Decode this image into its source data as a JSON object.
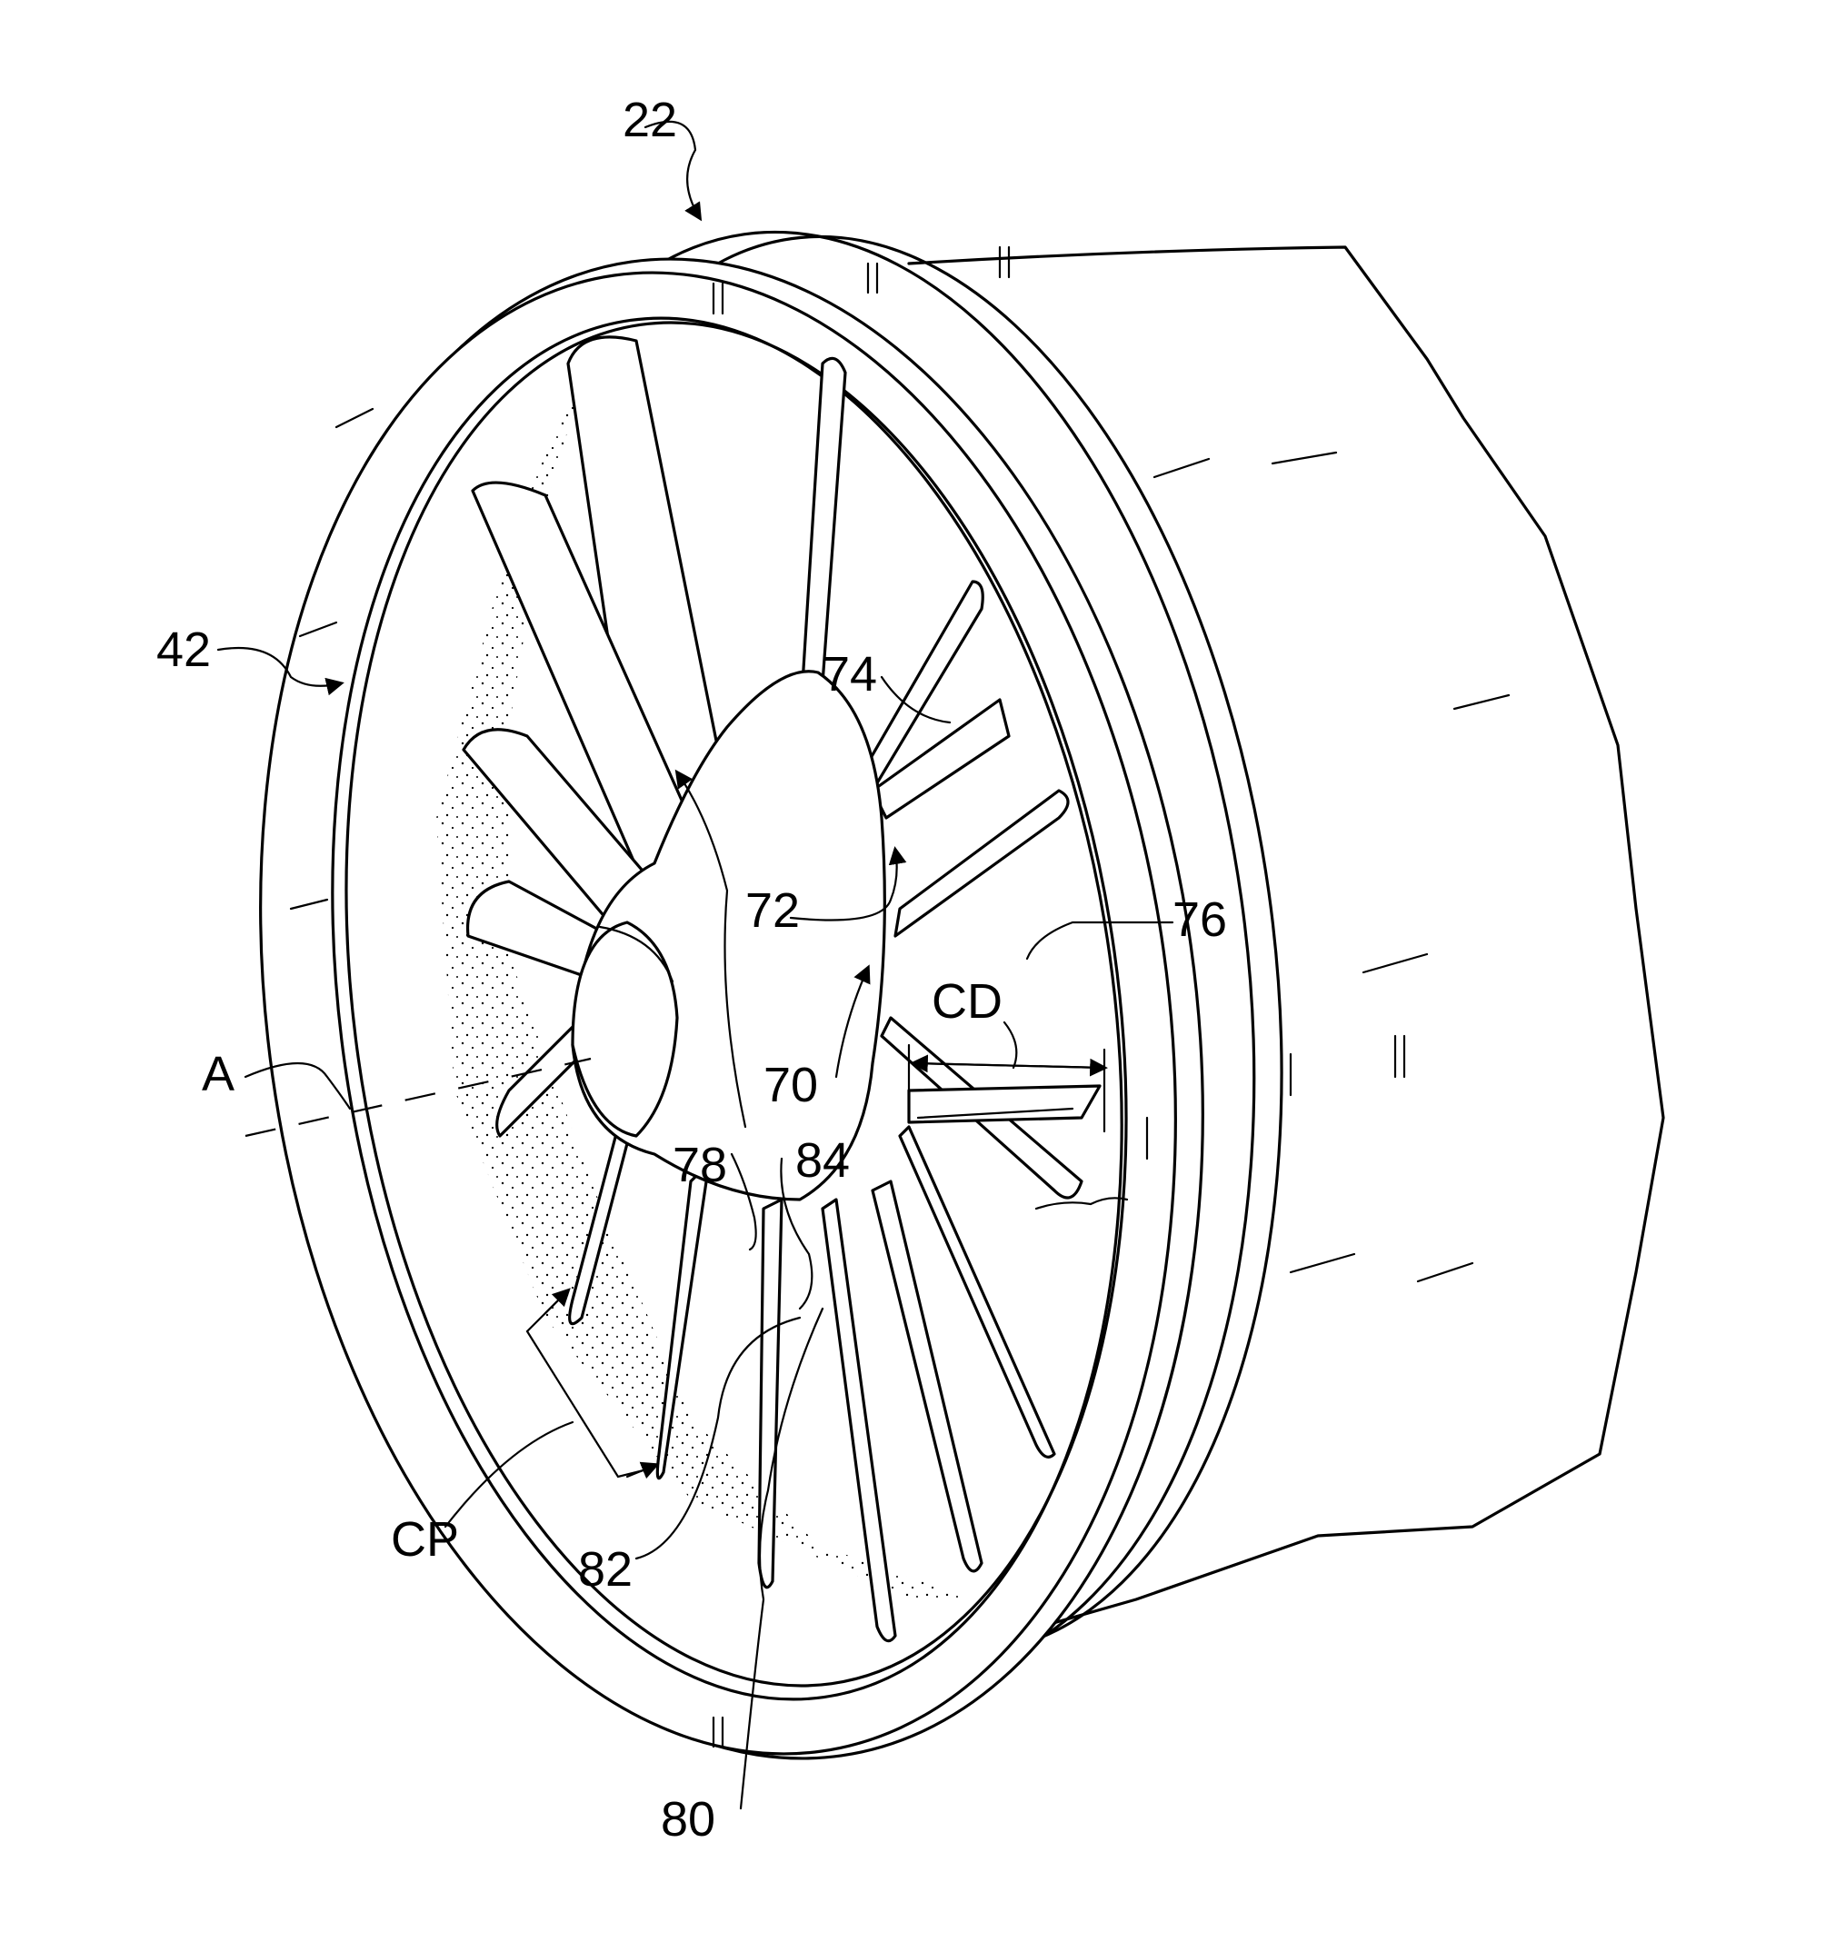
{
  "figure": {
    "labels": {
      "engine": "22",
      "fan_section": "42",
      "hub_spinner": "70",
      "rotation": "72",
      "fan_blade": "74",
      "blade_tip": "76",
      "blade_root_a": "78",
      "blade_region": "80",
      "stagger_region": "82",
      "leading_edge": "84",
      "axis": "A",
      "chord_dimension": "CD",
      "circumferential_pitch": "CP"
    }
  }
}
